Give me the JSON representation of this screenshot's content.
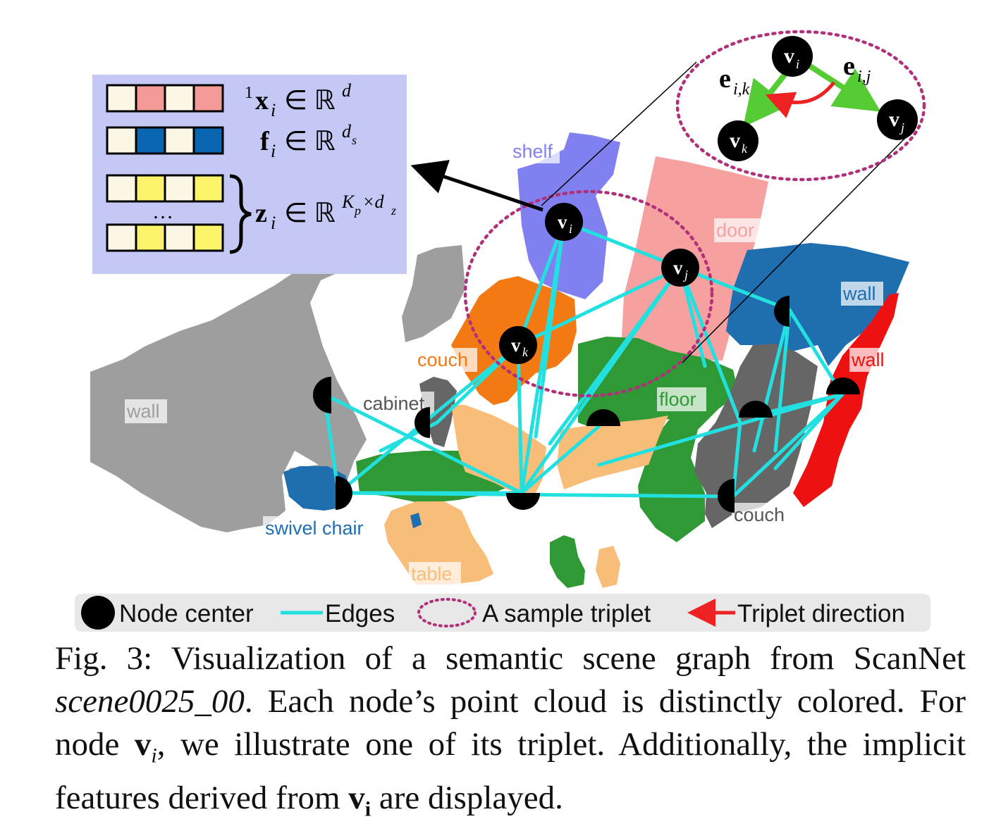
{
  "labels": {
    "shelf": "shelf",
    "door": "door",
    "wall_blue": "wall",
    "wall_red": "wall",
    "couch_orange": "couch",
    "cabinet": "cabinet",
    "floor": "floor",
    "wall_gray": "wall",
    "swivel_chair": "swivel chair",
    "table": "table",
    "couch_gray": "couch"
  },
  "nodes": {
    "v": "v",
    "i": "i",
    "j": "j",
    "k": "k",
    "e": "e",
    "ik": "i,k",
    "ij": "i,j"
  },
  "features": {
    "x_sup": "1",
    "x_sym": "x",
    "x_sub": "i",
    "x_rel": "∈ ℝ",
    "x_dim": "d",
    "f_sym": "f",
    "f_sub": "i",
    "f_rel": "∈ ℝ",
    "f_dim": "d",
    "f_dim_sub": "s",
    "z_sym": "z",
    "z_sub": "i",
    "z_rel": "∈ ℝ",
    "z_dim": "K",
    "z_dim_sub": "p",
    "z_dim_rest": "×d",
    "z_dim_sub2": "z",
    "ellipsis": "…"
  },
  "legend": {
    "node_center": "Node center",
    "edges": "Edges",
    "sample_triplet": "A sample triplet",
    "triplet_direction": "Triplet direction"
  },
  "caption": {
    "prefix": "Fig. 3: Visualization of a semantic scene graph from ScanNet",
    "scene": "scene0025_00",
    "sentence1_rest": ". Each node’s point cloud is distinctly colored. For node",
    "node_bold": "v",
    "node_sub": "i",
    "sentence2": ", we illustrate one of its triplet. Additionally, the implicit features derived from",
    "node2_bold": "v",
    "node2_sub": "i",
    "tail": "are displayed."
  },
  "colors": {
    "gray_wall": "#9e9e9e",
    "shelf": "#8080f0",
    "door": "#f7a0a0",
    "blue_wall": "#1f6eb0",
    "red_wall": "#ee1111",
    "couch_orange": "#f37a12",
    "couch_gray": "#666666",
    "floor": "#2f9a35",
    "table": "#f9bd7a",
    "edges": "#22e0e0",
    "triplet": "#b0307a",
    "edge_arrow": "#55cc33",
    "direction": "#ee2222",
    "panel": "#c3c8f4",
    "cell_cream": "#fbf6e6",
    "cell_pink": "#f39a96",
    "cell_blue": "#0a66b0",
    "cell_yellow": "#fbf46a"
  }
}
